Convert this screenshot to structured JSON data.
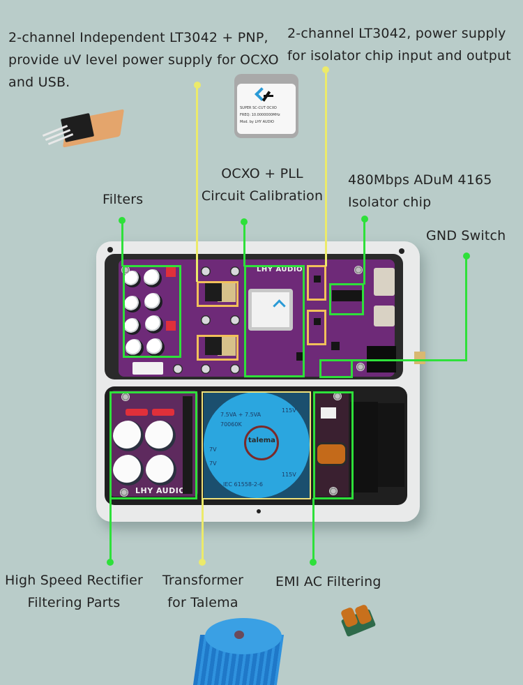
{
  "labels": {
    "ldo_pnp": [
      "2-channel Independent LT3042 + PNP,",
      "provide uV level power supply for OCXO",
      "and USB."
    ],
    "ldo_isolator": [
      "2-channel LT3042, power supply",
      "for isolator chip input and output"
    ],
    "filters": "Filters",
    "ocxo_pll": [
      "OCXO + PLL",
      "Circuit Calibration"
    ],
    "isolator": [
      "480Mbps ADuM 4165",
      "Isolator chip"
    ],
    "gnd_switch": "GND Switch",
    "rectifier": [
      "High Speed Rectifier",
      "Filtering Parts"
    ],
    "transformer": [
      "Transformer",
      "for Talema"
    ],
    "emi": "EMI AC Filtering"
  },
  "board": {
    "brand_top": "LHY AUDIO",
    "brand_bottom": "LHY AUDIO",
    "ocxo_module": {
      "line1": "SUPER SC-CUT OCXO",
      "line2": "FREQ: 10.0000000MHz",
      "line3": "Mod. by LHY AUDIO"
    },
    "transformer_marks": {
      "ratings": "7.5VA + 7.5VA",
      "secondary": [
        "7V",
        "7V"
      ],
      "primary": [
        "115V",
        "115V"
      ],
      "code": "70060K",
      "standard": "IEC 61558-2-6",
      "brand": "talema"
    }
  },
  "colors": {
    "background": "#b9ccc9",
    "green_callout": "#2ee03a",
    "yellow_callout": "#ecea6a",
    "pcb": "#6e2a78",
    "transformer": "#2aa0d8"
  }
}
